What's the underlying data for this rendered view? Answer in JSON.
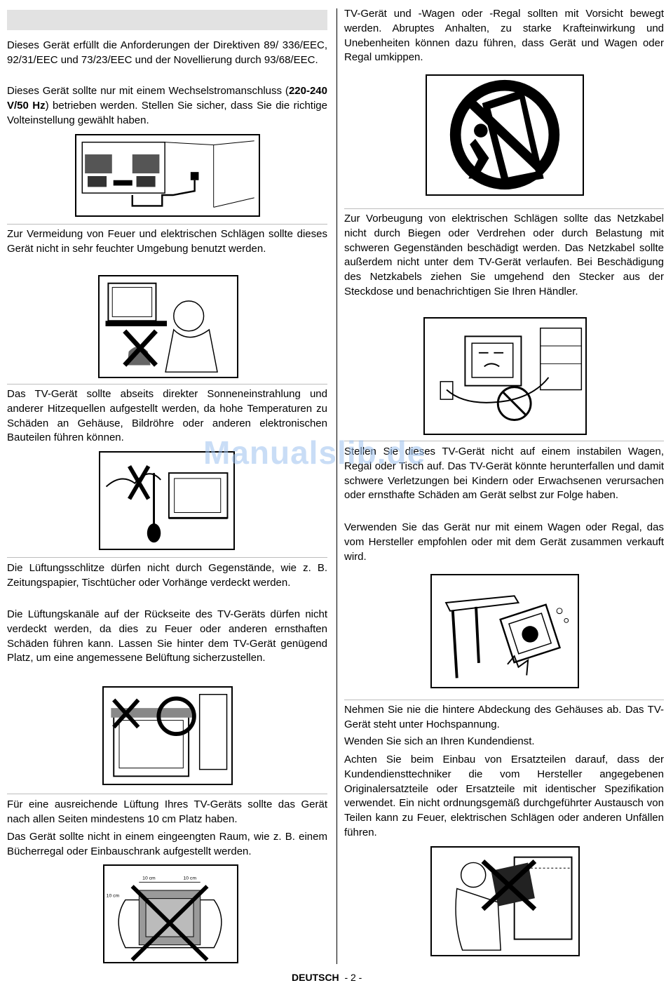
{
  "left": {
    "p1": "Dieses Gerät erfüllt die Anforderungen der Direktiven 89/ 336/EEC, 92/31/EEC und 73/23/EEC und der Novellierung durch 93/68/EEC.",
    "p2_before": "Dieses Gerät sollte nur mit einem Wechselstromanschluss (",
    "p2_bold": "220-240 V/50 Hz",
    "p2_after": ") betrieben werden. Stellen Sie sicher, dass Sie die richtige Volteinstellung gewählt haben.",
    "p3": "Zur Vermeidung von Feuer und elektrischen Schlägen sollte dieses Gerät nicht in sehr feuchter Umgebung benutzt werden.",
    "p4": "Das TV-Gerät sollte abseits direkter Sonneneinstrahlung und anderer Hitzequellen aufgestellt werden, da hohe Temperaturen zu Schäden an Gehäuse, Bildröhre oder anderen elektronischen Bauteilen führen können.",
    "p5": "Die Lüftungsschlitze dürfen nicht durch Gegenstände, wie z. B. Zeitungspapier, Tischtücher oder Vorhänge verdeckt werden.",
    "p6": "Die Lüftungskanäle auf der Rückseite des TV-Geräts dürfen nicht verdeckt werden, da dies zu Feuer oder anderen ernsthaften Schäden führen kann. Lassen Sie hinter dem TV-Gerät genügend Platz, um eine angemessene Belüftung sicherzustellen.",
    "p7": "Für eine ausreichende Lüftung Ihres TV-Geräts sollte das Gerät nach allen Seiten mindestens 10 cm Platz haben.",
    "p8": "Das Gerät sollte nicht in einem eingeengten Raum, wie z. B. einem Bücherregal oder Einbauschrank aufgestellt werden.",
    "fig_label": "10 cm"
  },
  "right": {
    "p1": "TV-Gerät und -Wagen oder -Regal sollten mit Vorsicht bewegt werden. Abruptes Anhalten, zu starke Krafteinwirkung und Unebenheiten können dazu führen, dass Gerät und Wagen oder Regal umkippen.",
    "p2": "Zur Vorbeugung von elektrischen Schlägen sollte das Netzkabel nicht durch Biegen oder Verdrehen oder durch Belastung mit schweren Gegenständen beschädigt werden. Das Netzkabel sollte außerdem nicht unter dem TV-Gerät verlaufen. Bei Beschädigung des Netzkabels ziehen Sie umgehend den Stecker aus der Steckdose und benachrichtigen Sie Ihren Händler.",
    "p3": "Stellen Sie dieses TV-Gerät nicht auf einem instabilen Wagen, Regal oder Tisch auf. Das TV-Gerät könnte herunterfallen und damit schwere Verletzungen bei Kindern oder Erwachsenen verursachen oder ernsthafte Schäden am Gerät selbst zur Folge haben.",
    "p4": "Verwenden Sie das Gerät nur mit einem Wagen oder Regal, das vom Hersteller empfohlen oder mit dem Gerät zusammen verkauft wird.",
    "p5": "Nehmen Sie nie die hintere Abdeckung des Gehäuses ab. Das TV-Gerät steht unter Hochspannung.",
    "p6": "Wenden Sie sich an Ihren Kundendienst.",
    "p7": "Achten Sie beim Einbau von Ersatzteilen darauf, dass der Kundendiensttechniker die vom Hersteller angegebenen Originalersatzteile oder Ersatzteile mit identischer Spezifikation verwendet. Ein nicht ordnungsgemäß durchgeführter Austausch von Teilen kann zu Feuer, elektrischen Schlägen oder anderen Unfällen führen."
  },
  "watermark": "Manualslib.de",
  "footer": {
    "lang": "DEUTSCH",
    "page": "- 2 -"
  }
}
